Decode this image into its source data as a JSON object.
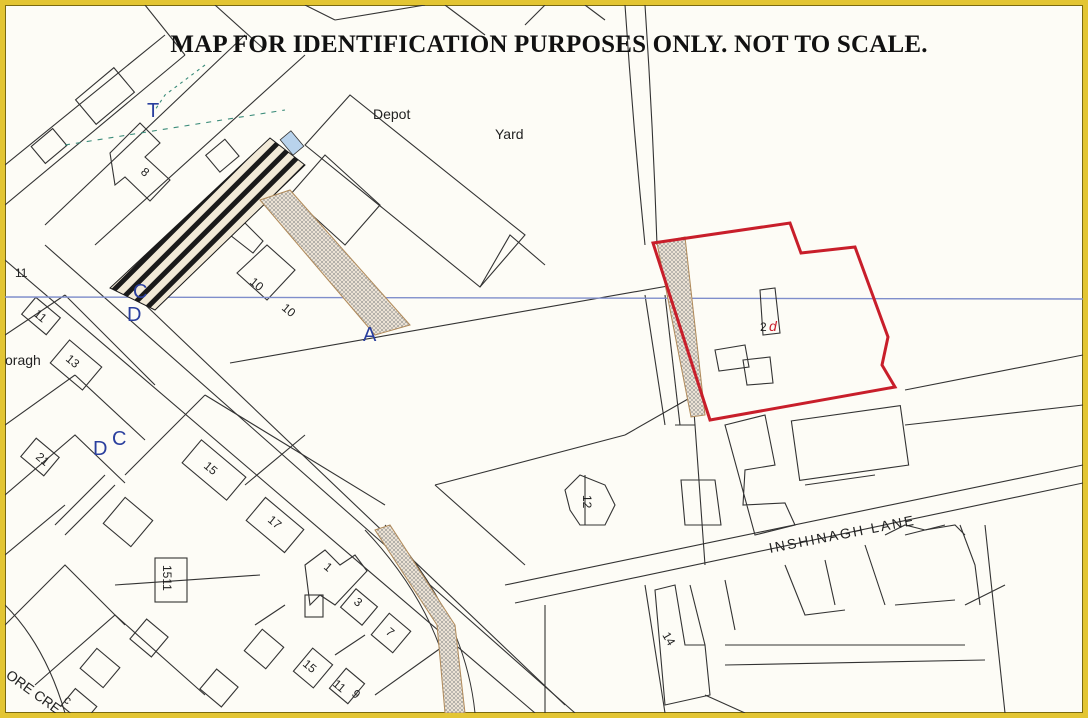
{
  "header": {
    "title": "MAP FOR IDENTIFICATION PURPOSES ONLY. NOT TO SCALE."
  },
  "place_names": {
    "depot": "Depot",
    "yard": "Yard",
    "lane": "INSHINAGH LANE",
    "oragh": "oragh",
    "crescent": "ORE CRE"
  },
  "plot_numbers": {
    "p8": "8",
    "p10a": "10",
    "p10b": "10",
    "p11a": "11",
    "p11b": "11",
    "p13": "13",
    "p21": "21",
    "p15": "15",
    "p17": "17",
    "p1511": "1511",
    "p1": "1",
    "p3": "3",
    "p7": "7",
    "p15b": "15",
    "p11c": "11",
    "p9": "9",
    "p12": "12",
    "p14": "14",
    "p2": "2",
    "pc": "c"
  },
  "markers": {
    "T": "T",
    "C1": "C",
    "D1": "D",
    "A": "A",
    "D2": "D",
    "C2": "C",
    "site": "d"
  },
  "colors": {
    "border": "#e3c533",
    "site_boundary": "#c81e2a",
    "marker_blue": "#2a3f9e",
    "hatch_brown": "#b08a5a",
    "survey_line": "#7f8ecb"
  }
}
